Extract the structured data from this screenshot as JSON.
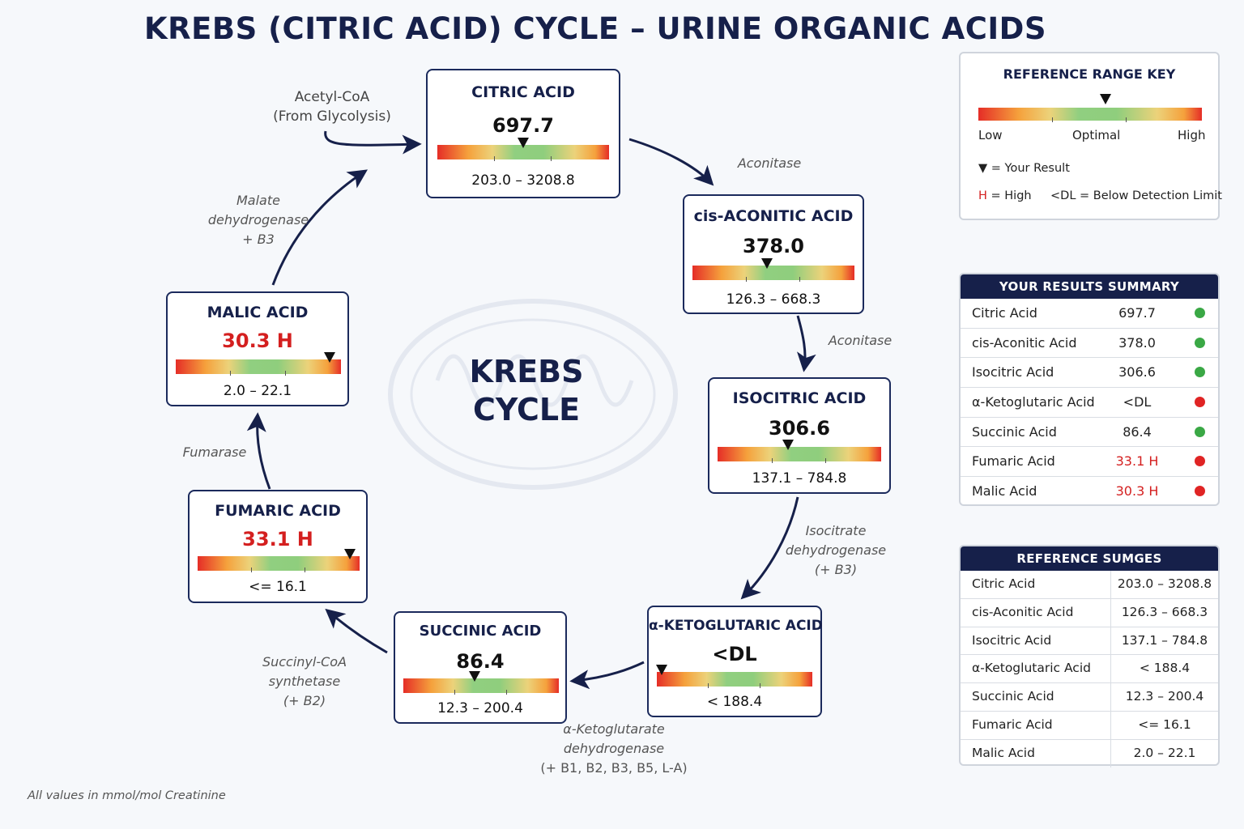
{
  "title": "KREBS (CITRIC ACID) CYCLE – URINE ORGANIC ACIDS",
  "center": {
    "line1": "KREBS",
    "line2": "CYCLE"
  },
  "acetyl": {
    "line1": "Acetyl-CoA",
    "line2": "(From Glycolysis)"
  },
  "cards": [
    {
      "name": "CITRIC ACID",
      "value": "697.7",
      "range": "203.0 – 3208.8",
      "marker_pct": 0.5,
      "high": false
    },
    {
      "name": "cis-ACONITIC ACID",
      "value": "378.0",
      "range": "126.3 – 668.3",
      "marker_pct": 0.46,
      "high": false
    },
    {
      "name": "ISOCITRIC ACID",
      "value": "306.6",
      "range": "137.1 – 784.8",
      "marker_pct": 0.43,
      "high": false
    },
    {
      "name": "α-KETOGLUTARIC ACID",
      "value": "<DL",
      "range": "< 188.4",
      "marker_pct": 0.03,
      "high": false
    },
    {
      "name": "SUCCINIC ACID",
      "value": "86.4",
      "range": "12.3 – 200.4",
      "marker_pct": 0.46,
      "high": false
    },
    {
      "name": "FUMARIC ACID",
      "value": "33.1 H",
      "range": "<= 16.1",
      "marker_pct": 0.94,
      "high": true
    },
    {
      "name": "MALIC ACID",
      "value": "30.3 H",
      "range": "2.0 – 22.1",
      "marker_pct": 0.93,
      "high": true
    }
  ],
  "enzymes": {
    "aconitase1": "Aconitase",
    "aconitase2": "Aconitase",
    "idh": [
      "Isocitrate",
      "dehydrogenase",
      "(+ B3)"
    ],
    "akgdh": [
      "α-Ketoglutarate",
      "dehydrogenase",
      "(+ B1, B2, B3, B5, L-A)"
    ],
    "scs": [
      "Succinyl-CoA",
      "synthetase",
      "(+ B2)"
    ],
    "fumarase": "Fumarase",
    "mdh": [
      "Malate",
      "dehydrogenase",
      "+ B3"
    ]
  },
  "key": {
    "title": "REFERENCE RANGE KEY",
    "low": "Low",
    "optimal": "Optimal",
    "high": "High",
    "marker_pct": 0.57,
    "your_result": "= Your Result",
    "h_symbol": "H",
    "h_text": "= High",
    "dl_text": "<DL = Below Detection Limit"
  },
  "summary": {
    "title": "YOUR RESULTS SUMMARY",
    "rows": [
      {
        "name": "Citric Acid",
        "value": "697.7",
        "high": false,
        "dot": "#3aa845"
      },
      {
        "name": "cis-Aconitic Acid",
        "value": "378.0",
        "high": false,
        "dot": "#3aa845"
      },
      {
        "name": "Isocitric Acid",
        "value": "306.6",
        "high": false,
        "dot": "#3aa845"
      },
      {
        "name": "α-Ketoglutaric Acid",
        "value": "<DL",
        "high": false,
        "dot": "#e02424"
      },
      {
        "name": "Succinic Acid",
        "value": "86.4",
        "high": false,
        "dot": "#3aa845"
      },
      {
        "name": "Fumaric Acid",
        "value": "33.1 H",
        "high": true,
        "dot": "#e02424"
      },
      {
        "name": "Malic Acid",
        "value": "30.3 H",
        "high": true,
        "dot": "#e02424"
      }
    ]
  },
  "ranges": {
    "title": "REFERENCE SUMGES",
    "rows": [
      {
        "name": "Citric Acid",
        "range": "203.0 – 3208.8"
      },
      {
        "name": "cis-Aconitic Acid",
        "range": "126.3 – 668.3"
      },
      {
        "name": "Isocitric Acid",
        "range": "137.1 – 784.8"
      },
      {
        "name": "α-Ketoglutaric Acid",
        "range": "< 188.4"
      },
      {
        "name": "Succinic Acid",
        "range": "12.3 – 200.4"
      },
      {
        "name": "Fumaric Acid",
        "range": "<= 16.1"
      },
      {
        "name": "Malic Acid",
        "range": "2.0 – 22.1"
      }
    ]
  },
  "footnote": "All values in mmol/mol Creatinine",
  "colors": {
    "navy": "#16204a",
    "high": "#d41f1f",
    "ok": "#3aa845",
    "alert": "#e02424"
  }
}
